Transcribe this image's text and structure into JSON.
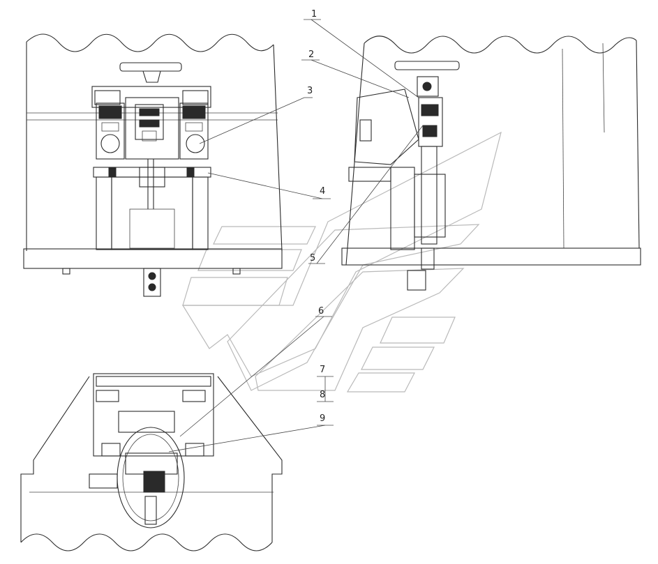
{
  "figure": {
    "callouts": [
      {
        "id": "c1",
        "label": "1"
      },
      {
        "id": "c2",
        "label": "2"
      },
      {
        "id": "c3",
        "label": "3"
      },
      {
        "id": "c4",
        "label": "4"
      },
      {
        "id": "c5",
        "label": "5"
      },
      {
        "id": "c6",
        "label": "6"
      },
      {
        "id": "c7",
        "label": "7"
      },
      {
        "id": "c8",
        "label": "8"
      },
      {
        "id": "c9",
        "label": "9"
      }
    ]
  }
}
